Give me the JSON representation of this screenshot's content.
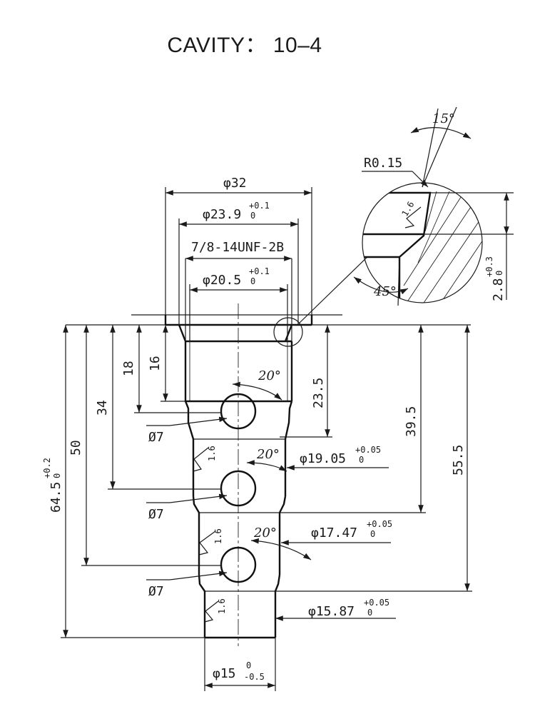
{
  "title": "CAVITY： 10–4",
  "detail": {
    "angle_top": "15°",
    "radius": "R0.15",
    "roughness": "1.6",
    "angle_bottom": "45°",
    "depth": "2.8",
    "depth_tol_upper": "+0.3",
    "depth_tol_lower": "0"
  },
  "top_dims": {
    "d32": "φ32",
    "d23_9": "φ23.9",
    "d23_9_upper": "+0.1",
    "d23_9_lower": "0",
    "thread": "7/8-14UNF-2B",
    "d20_5": "φ20.5",
    "d20_5_upper": "+0.1",
    "d20_5_lower": "0"
  },
  "left_dims": {
    "d18": "18",
    "d16": "16",
    "d34": "34",
    "d50": "50",
    "d64_5": "64.5",
    "d64_5_upper": "+0.2",
    "d64_5_lower": "0"
  },
  "right_dims": {
    "d23_5": "23.5",
    "d39_5": "39.5",
    "d55_5": "55.5"
  },
  "holes": [
    {
      "label": "Ø7",
      "angle": "20°"
    },
    {
      "label": "Ø7",
      "angle": "20°"
    },
    {
      "label": "Ø7",
      "angle": "20°"
    }
  ],
  "bores": [
    {
      "label": "φ19.05",
      "upper": "+0.05",
      "lower": "0"
    },
    {
      "label": "φ17.47",
      "upper": "+0.05",
      "lower": "0"
    },
    {
      "label": "φ15.87",
      "upper": "+0.05",
      "lower": "0"
    }
  ],
  "roughness_marks": [
    "1.6",
    "1.6",
    "1.6"
  ],
  "bottom_dim": {
    "label": "φ15",
    "upper": "0",
    "lower": "-0.5"
  }
}
